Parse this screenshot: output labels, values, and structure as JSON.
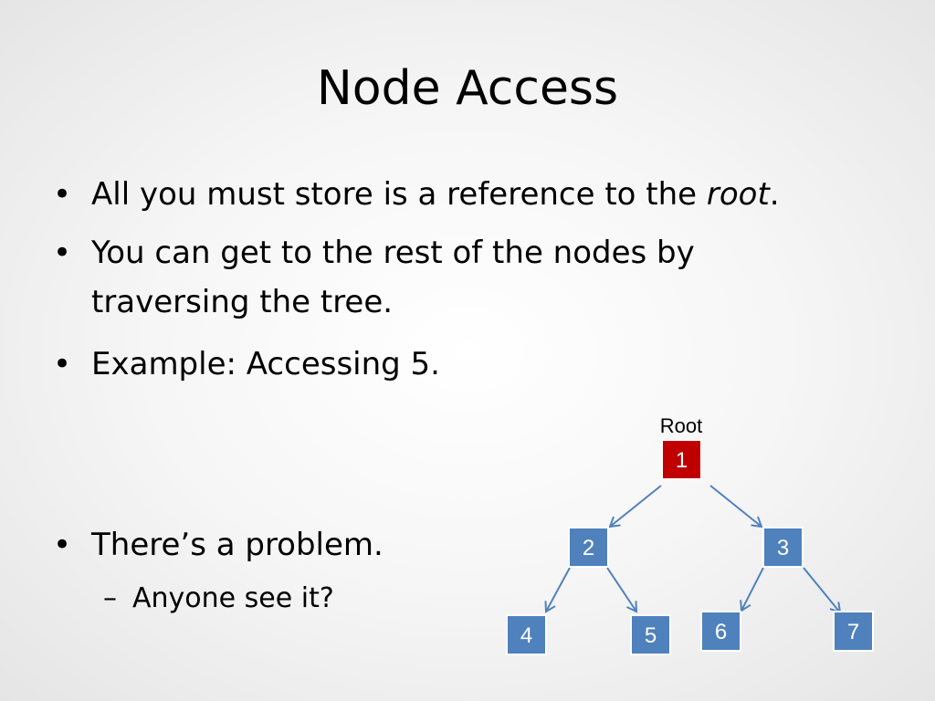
{
  "title": "Node Access",
  "bullets": [
    {
      "text": "All you must store is a reference to the ",
      "emphasis": "root",
      "suffix": "."
    },
    {
      "line1": "You can get to the rest of the nodes by",
      "line2": "traversing the tree."
    },
    {
      "text": "Example: Accessing 5."
    },
    {
      "text": "There’s a problem."
    }
  ],
  "sub_bullet": "Anyone see it?",
  "tree": {
    "root_label": "Root",
    "nodes": [
      "1",
      "2",
      "3",
      "4",
      "5",
      "6",
      "7"
    ],
    "colors": {
      "root_fill": "#c00000",
      "node_fill": "#4f81bd",
      "node_stroke": "#ffffff",
      "edge": "#4f81bd"
    }
  }
}
